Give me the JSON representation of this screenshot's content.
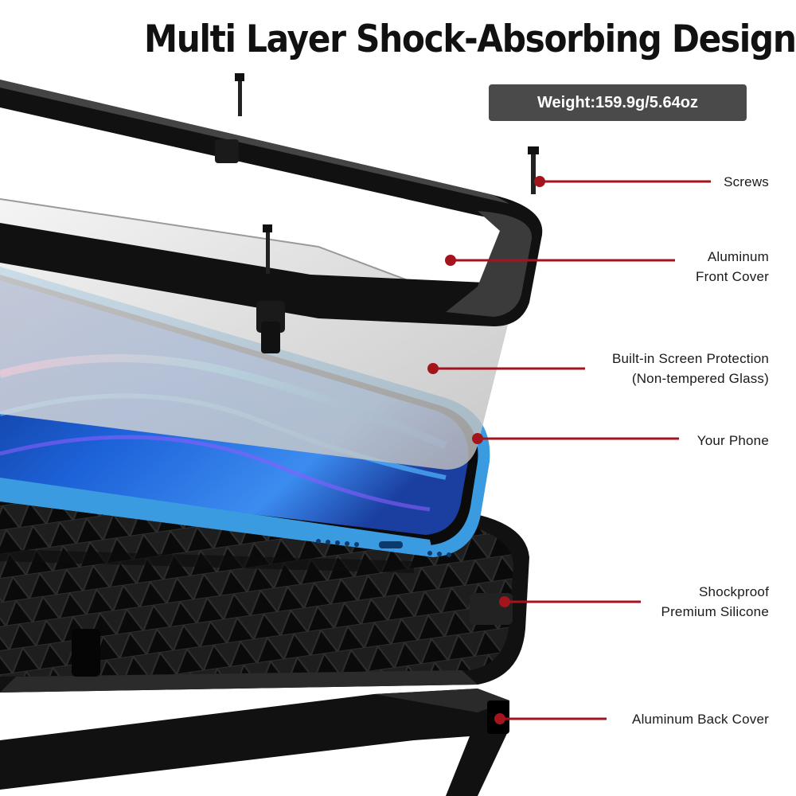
{
  "header": {
    "title": "Multi Layer Shock-Absorbing Design",
    "weight_badge": "Weight:159.9g/5.64oz"
  },
  "callouts": [
    {
      "lines": [
        "Screws"
      ]
    },
    {
      "lines": [
        "Aluminum",
        "Front Cover"
      ]
    },
    {
      "lines": [
        "Built-in Screen Protection",
        "(Non-tempered Glass)"
      ]
    },
    {
      "lines": [
        "Your Phone"
      ]
    },
    {
      "lines": [
        "Shockproof",
        "Premium Silicone"
      ]
    },
    {
      "lines": [
        "Aluminum Back Cover"
      ]
    }
  ],
  "colors": {
    "callout_line": "#a3141c",
    "badge_bg": "#4a4a4a",
    "phone_frame": "#3a9be0",
    "screen": "#1650c8",
    "case": "#161616"
  }
}
